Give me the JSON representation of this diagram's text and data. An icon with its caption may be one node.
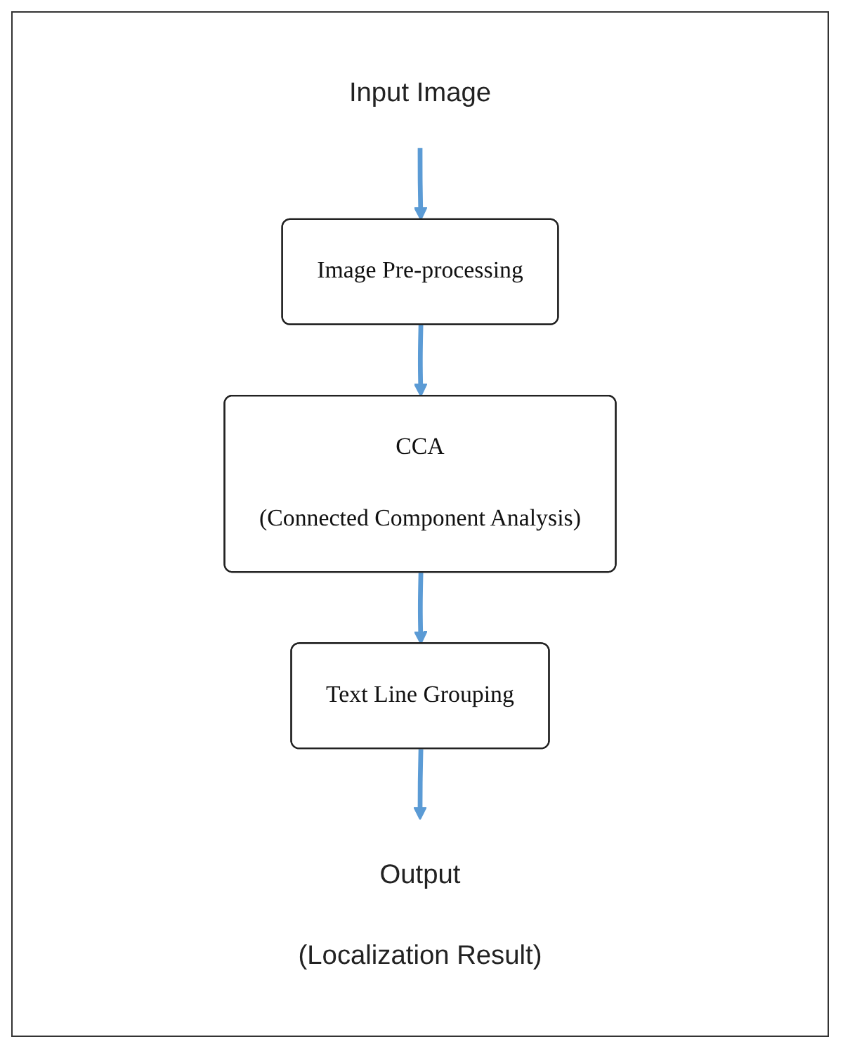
{
  "diagram": {
    "nodes": [
      {
        "text": [
          "Input Image"
        ]
      },
      {
        "text": [
          "Image Pre-processing"
        ]
      },
      {
        "text": [
          "CCA",
          "(Connected Component Analysis)"
        ]
      },
      {
        "text": [
          "Text Line Grouping"
        ]
      },
      {
        "text": [
          "Output",
          "(Localization Result)"
        ]
      }
    ],
    "edges": [
      {
        "from": 0,
        "to": 1,
        "arrow": "to"
      },
      {
        "from": 1,
        "to": 2,
        "arrow": "to"
      },
      {
        "from": 2,
        "to": 3,
        "arrow": "to"
      },
      {
        "from": 3,
        "to": 4,
        "arrow": "to"
      }
    ]
  }
}
